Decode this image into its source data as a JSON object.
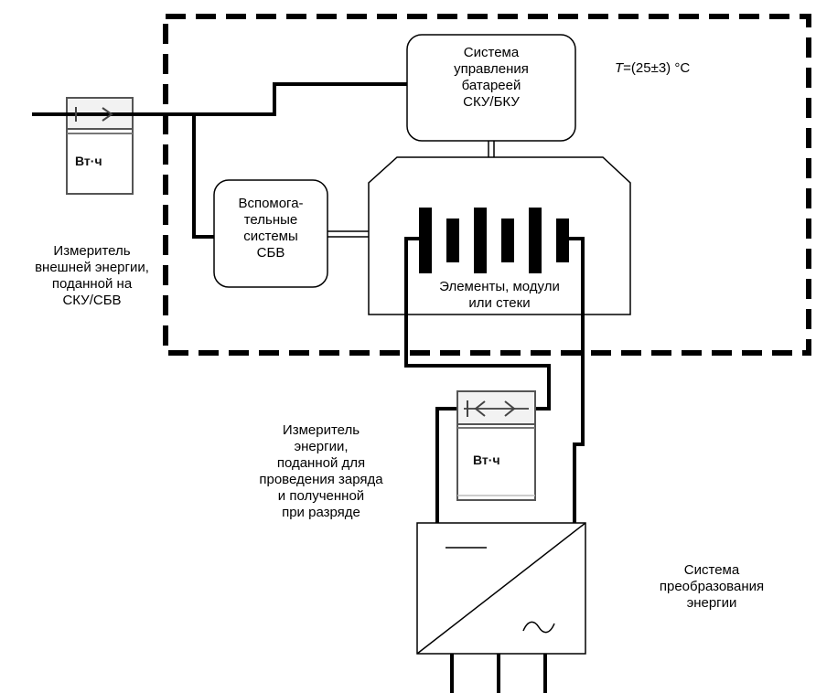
{
  "temperature": {
    "label_t": "T",
    "label_rest": "=(25±3) °C"
  },
  "bms": {
    "lines": [
      "Система",
      "управления",
      "батареей",
      "СКУ/БКУ"
    ]
  },
  "aux": {
    "lines": [
      "Вспомога-",
      "тельные",
      "системы",
      "СБВ"
    ]
  },
  "cells": {
    "lines": [
      "Элементы, модули",
      "или стеки"
    ]
  },
  "external_meter": {
    "unit": "Вт·ч",
    "caption": [
      "Измеритель",
      "внешней энергии,",
      "поданной на",
      "СКУ/СБВ"
    ]
  },
  "charge_meter": {
    "unit": "Вт·ч",
    "caption": [
      "Измеритель",
      "энергии,",
      "поданной для",
      "проведения заряда",
      "и полученной",
      "при разряде"
    ]
  },
  "pcs": {
    "lines": [
      "Система",
      "преобразования",
      "энергии"
    ]
  }
}
